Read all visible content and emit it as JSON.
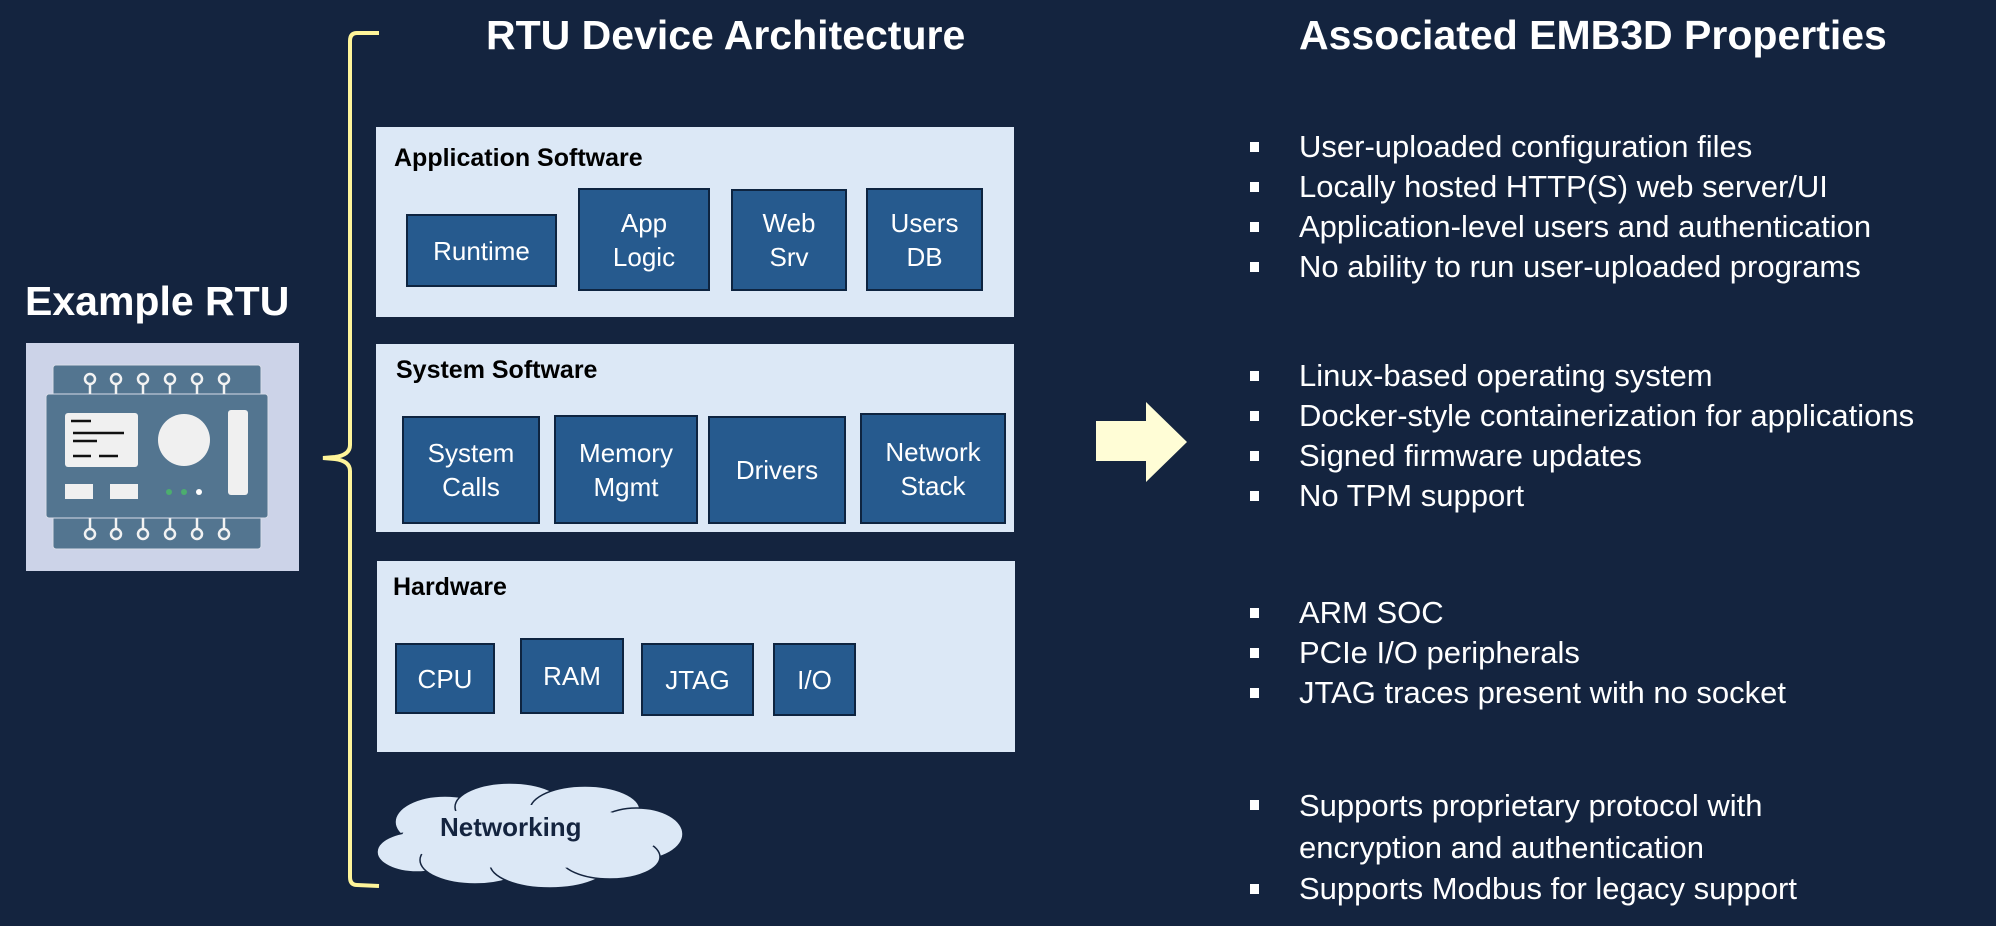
{
  "rtu": {
    "label": "Example RTU",
    "icon": "rtu-device-icon"
  },
  "architecture": {
    "title": "RTU Device Architecture",
    "layers": [
      {
        "title": "Application Software",
        "components": [
          "Runtime",
          "App\nLogic",
          "Web\nSrv",
          "Users\nDB"
        ]
      },
      {
        "title": "System Software",
        "components": [
          "System\nCalls",
          "Memory\nMgmt",
          "Drivers",
          "Network\nStack"
        ]
      },
      {
        "title": "Hardware",
        "components": [
          "CPU",
          "RAM",
          "JTAG",
          "I/O"
        ]
      }
    ],
    "networking": "Networking"
  },
  "arrow": {
    "icon": "right-arrow-icon",
    "color": "#fffdd6"
  },
  "properties": {
    "title": "Associated EMB3D Properties",
    "groups": [
      [
        "User-uploaded configuration files",
        "Locally hosted HTTP(S) web server/UI",
        "Application-level users and authentication",
        "No ability to run user-uploaded programs"
      ],
      [
        "Linux-based operating system",
        "Docker-style containerization for applications",
        "Signed firmware updates",
        "No TPM support"
      ],
      [
        "ARM SOC",
        "PCIe I/O peripherals",
        "JTAG traces present with no socket"
      ],
      [
        "Supports proprietary protocol with encryption and authentication",
        "Supports Modbus for legacy support"
      ]
    ]
  },
  "colors": {
    "background": "#14243f",
    "layer_fill": "#dce8f6",
    "component_fill": "#265a8e",
    "brace": "#fff59a",
    "device_body": "#537590"
  }
}
